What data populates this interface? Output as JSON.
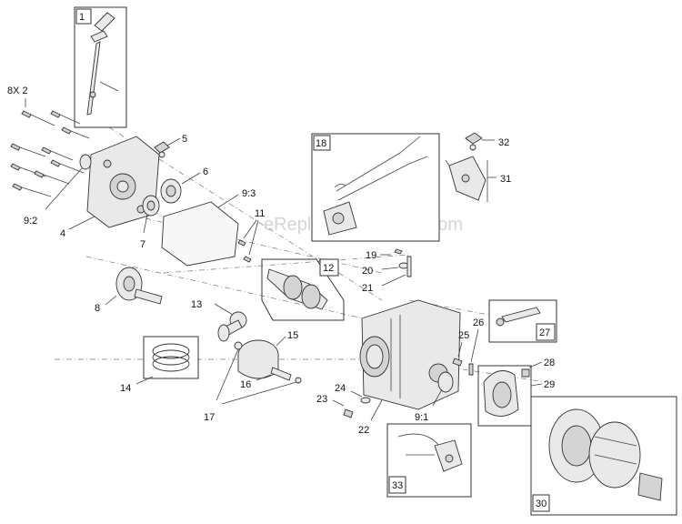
{
  "watermark": "eReplacementParts.com",
  "labels": {
    "l1": "1",
    "l8x2": "8X 2",
    "l5": "5",
    "l6": "6",
    "l9_2": "9:2",
    "l4": "4",
    "l7": "7",
    "l9_3": "9:3",
    "l11": "11",
    "l8": "8",
    "l12": "12",
    "l13": "13",
    "l15": "15",
    "l14": "14",
    "l16": "16",
    "l17": "17",
    "l18": "18",
    "l19": "19",
    "l20": "20",
    "l21": "21",
    "l32": "32",
    "l31": "31",
    "l26": "26",
    "l27": "27",
    "l25": "25",
    "l28": "28",
    "l29": "29",
    "l24": "24",
    "l23": "23",
    "l9_1": "9:1",
    "l22": "22",
    "l33": "33",
    "l30": "30"
  }
}
